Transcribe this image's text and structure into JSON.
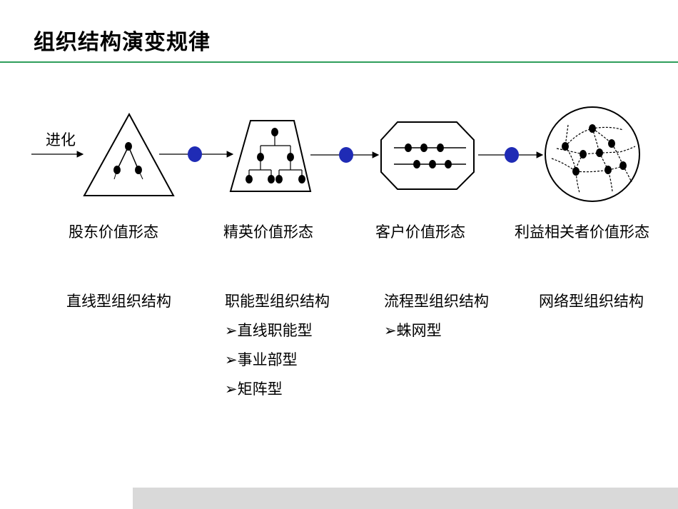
{
  "title": "组织结构演变规律",
  "evolution_label": "进化",
  "stages": [
    {
      "form": "股东价值形态",
      "structure": "直线型组织结构",
      "subtypes": []
    },
    {
      "form": "精英价值形态",
      "structure": "职能型组织结构",
      "subtypes": [
        "直线职能型",
        "事业部型",
        "矩阵型"
      ]
    },
    {
      "form": "客户价值形态",
      "structure": "流程型组织结构",
      "subtypes": [
        "蛛网型"
      ]
    },
    {
      "form": "利益相关者价值形态",
      "structure": "网络型组织结构",
      "subtypes": []
    }
  ],
  "bullet": "➢",
  "colors": {
    "accent": "#2e9e5b",
    "connector_dot": "#1f2bb5",
    "footer": "#d9d9d9"
  }
}
